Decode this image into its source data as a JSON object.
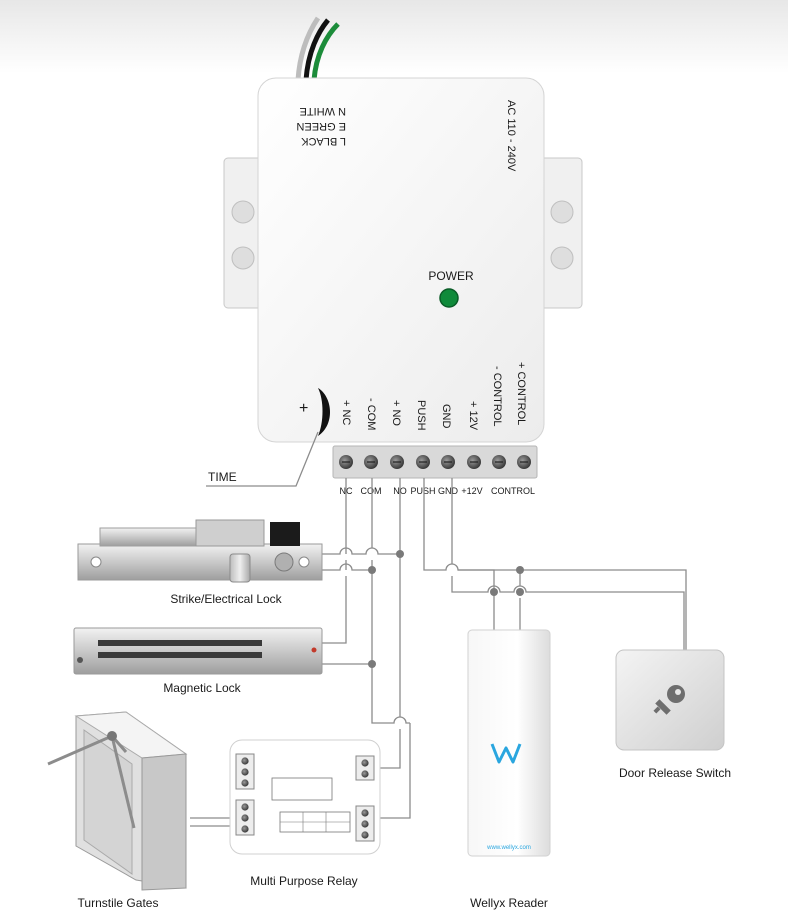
{
  "power_supply": {
    "mains_wires": [
      "L  BLACK",
      "E  GREEN",
      "N  WHITE"
    ],
    "input_voltage": "AC 110 - 240V",
    "power_led_label": "POWER",
    "power_led_color": "#0f8a3a",
    "vertical_terminal_labels": [
      "+ NC",
      "- COM",
      "+ NO",
      "PUSH",
      "GND",
      "+ 12V",
      "- CONTROL",
      "+ CONTROL"
    ],
    "terminal_block_labels": [
      "NC",
      "COM",
      "NO",
      "PUSH",
      "GND",
      "+12V",
      "CONTROL"
    ],
    "time_label": "TIME"
  },
  "devices": {
    "strike_lock": "Strike/Electrical Lock",
    "magnetic_lock": "Magnetic Lock",
    "turnstile": "Turnstile Gates",
    "relay": "Multi Purpose Relay",
    "reader": "Wellyx Reader",
    "reader_url": "www.wellyx.com",
    "door_switch": "Door Release Switch"
  },
  "colors": {
    "wire": "#8c8c8c",
    "brand_blue": "#2aa6df",
    "green_wire": "#1c8c3a"
  }
}
